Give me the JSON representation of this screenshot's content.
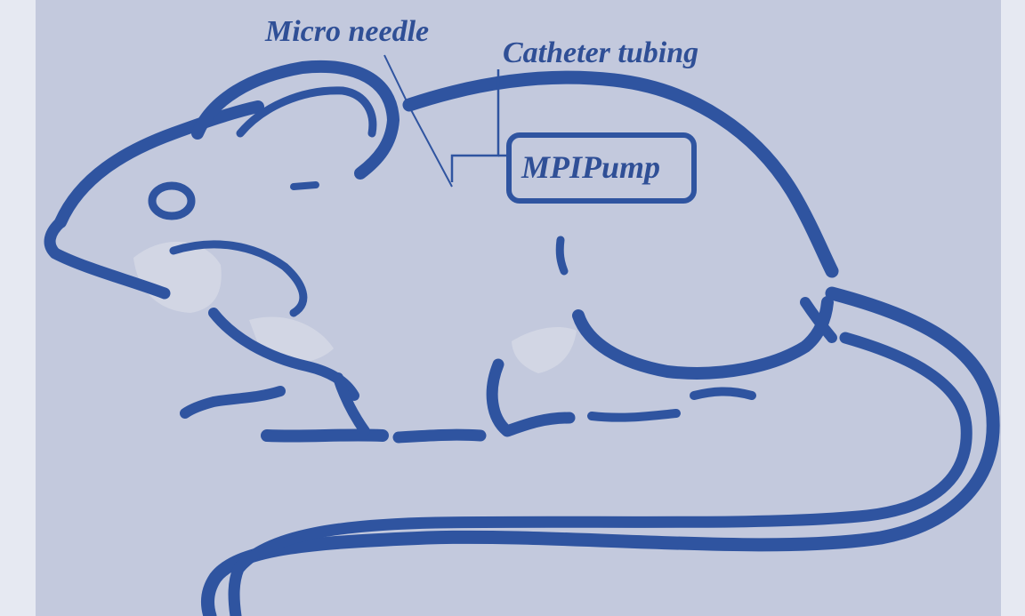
{
  "diagram": {
    "labels": {
      "micro_needle": "Micro needle",
      "catheter_tubing": "Catheter tubing",
      "pump": "MPIPump"
    },
    "colors": {
      "ink": "#2f54a0",
      "panel": "#c3c9dd",
      "page": "#e6e9f2",
      "shade": "#d2d6e4",
      "label_text": "#2f4f96"
    }
  }
}
